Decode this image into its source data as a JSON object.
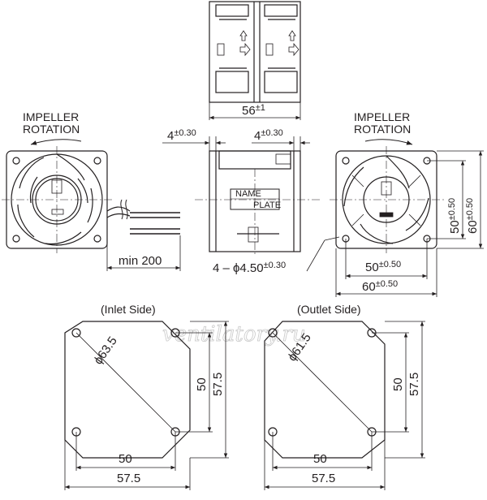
{
  "title": "",
  "watermark": "ventilatory.ru",
  "labels": {
    "impeller_rotation_left": [
      "IMPELLER",
      "ROTATION"
    ],
    "impeller_rotation_right": [
      "IMPELLER",
      "ROTATION"
    ],
    "name_plate": [
      "NAME",
      "PLATE"
    ],
    "inlet_side": "(Inlet Side)",
    "outlet_side": "(Outlet Side)"
  },
  "dimensions": {
    "depth": "56",
    "depth_tol": "±1",
    "flange_left": "4",
    "flange_left_tol": "±0.30",
    "flange_right": "4",
    "flange_right_tol": "±0.30",
    "lead_length": "min 200",
    "holes": "4 – ϕ4.50",
    "holes_tol": "±0.30",
    "pitch_h": "50",
    "pitch_h_tol": "±0.50",
    "outer_h": "60",
    "outer_h_tol": "±0.50",
    "pitch_v": "50",
    "pitch_v_tol": "±0.50",
    "outer_v": "60",
    "outer_v_tol": "±0.50",
    "inlet_diameter": "ϕ63.5",
    "inlet_pitch_v": "50",
    "inlet_outer_v": "57.5",
    "inlet_pitch_h": "50",
    "inlet_outer_h": "57.5",
    "outlet_diameter": "ϕ61.5",
    "outlet_pitch_v": "50",
    "outlet_outer_v": "57.5",
    "outlet_pitch_h": "50",
    "outlet_outer_h": "57.5"
  }
}
